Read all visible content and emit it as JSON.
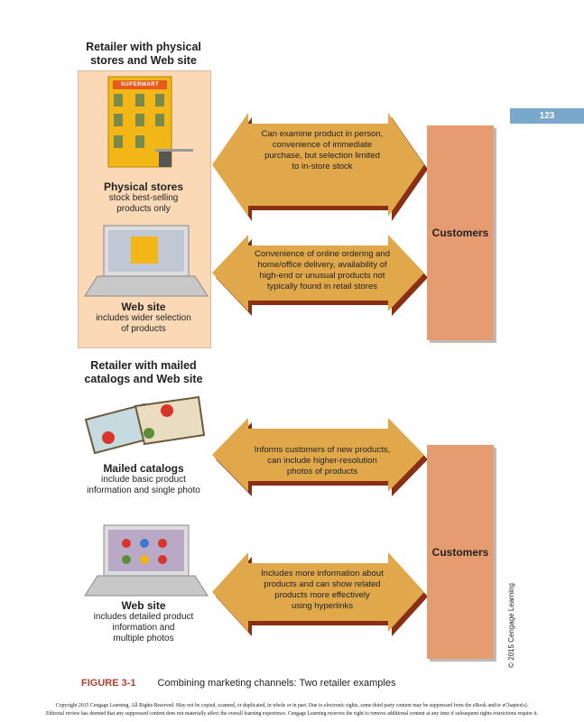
{
  "page_number": "123",
  "top": {
    "title_line1": "Retailer with physical",
    "title_line2": "stores and Web site",
    "physical": {
      "heading": "Physical stores",
      "line1": "stock best-selling",
      "line2": "products only"
    },
    "web": {
      "heading": "Web site",
      "line1": "includes wider selection",
      "line2": "of products"
    },
    "arrow1": [
      "Can examine product in person,",
      "convenience of immediate",
      "purchase, but selection limited",
      "to in-store stock"
    ],
    "arrow2": [
      "Convenience of online ordering and",
      "home/office delivery, availability of",
      "high-end or unusual products not",
      "typically found in retail stores"
    ],
    "customers": "Customers",
    "store_sign": "SUPERMART"
  },
  "bottom": {
    "title_line1": "Retailer with mailed",
    "title_line2": "catalogs and Web site",
    "catalog": {
      "heading": "Mailed catalogs",
      "line1": "include basic product",
      "line2": "information and single photo"
    },
    "web": {
      "heading": "Web site",
      "line1": "includes detailed product",
      "line2": "information and",
      "line3": "multiple photos"
    },
    "arrow1": [
      "Informs customers of new products,",
      "can include higher-resolution",
      "photos of products"
    ],
    "arrow2": [
      "Includes more information about",
      "products and can show related",
      "products more effectively",
      "using hyperlinks"
    ],
    "customers": "Customers"
  },
  "credit": "© 2015 Cengage Learning",
  "caption": {
    "label": "FIGURE 3-1",
    "text": "Combining marketing channels: Two retailer examples"
  },
  "footer": {
    "line1": "Copyright 2015 Cengage Learning. All Rights Reserved. May not be copied, scanned, or duplicated, in whole or in part. Due to electronic rights, some third party content may be suppressed from the eBook and/or eChapter(s).",
    "line2": "Editorial review has deemed that any suppressed content does not materially affect the overall learning experience. Cengage Learning reserves the right to remove additional content at any time if subsequent rights restrictions require it."
  },
  "colors": {
    "panel": "#fcd9b6",
    "arrow": "#e0a84a",
    "arrow_shadow": "#8a2f14",
    "customers": "#e69c70",
    "tab": "#7aa7cc",
    "figure_label": "#b2402c"
  }
}
